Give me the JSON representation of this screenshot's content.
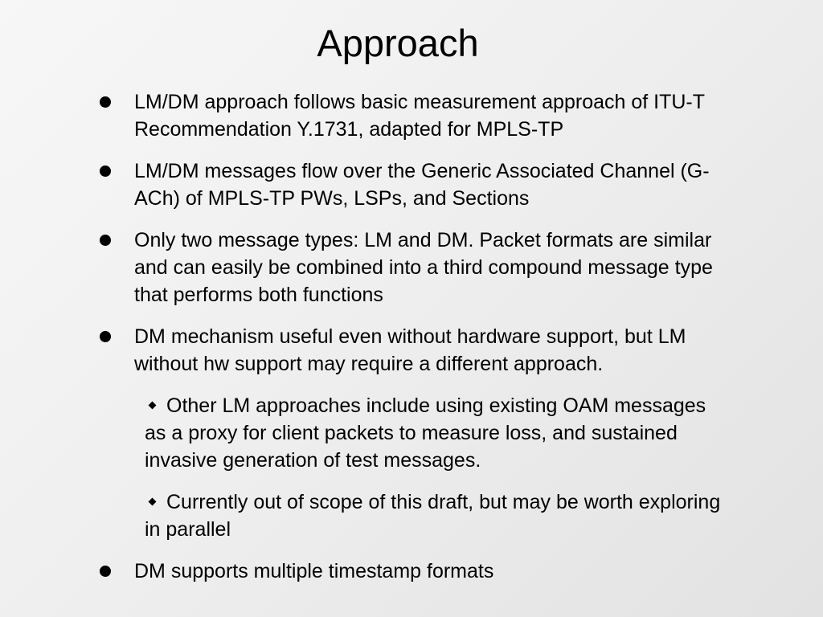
{
  "slide": {
    "title": "Approach",
    "bullets": [
      {
        "text": "LM/DM approach follows basic measurement approach of ITU-T Recommendation Y.1731, adapted for MPLS-TP"
      },
      {
        "text": "LM/DM messages flow over the Generic Associated Channel (G-ACh) of MPLS-TP PWs, LSPs, and Sections"
      },
      {
        "text": "Only two message types: LM and DM.  Packet formats are similar and can easily be combined into a third compound message type that performs both functions"
      },
      {
        "text": "DM mechanism useful even without hardware support, but LM without hw support may require a different approach."
      }
    ],
    "sub_bullets": [
      {
        "text": "Other LM approaches include using existing OAM messages as a proxy for client packets to measure loss, and sustained invasive generation of test messages."
      },
      {
        "text": "Currently out of scope of this draft, but may be worth exploring in parallel"
      }
    ],
    "final_bullet": {
      "text": "DM supports multiple timestamp formats"
    }
  }
}
